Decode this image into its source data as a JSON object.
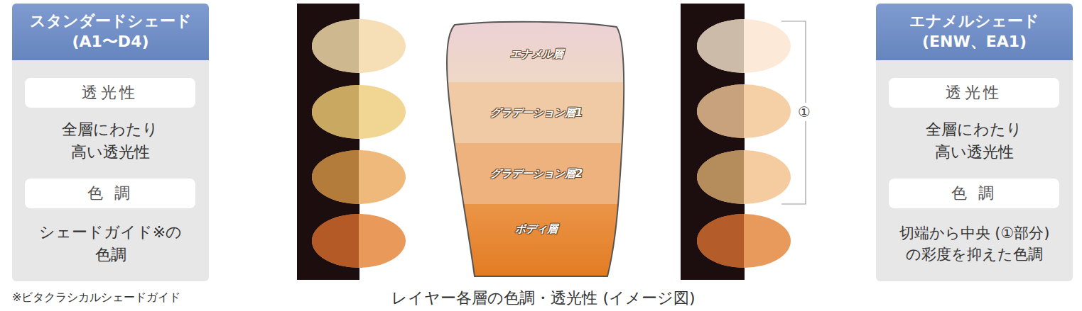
{
  "diagram": {
    "caption": "レイヤー各層の色調・透光性 (イメージ図)",
    "nodes": [
      {
        "text": [
          "スタンダードシェード (A1〜D4)",
          "全層にわたり 高い透光性",
          "シェードガイド※の 色調"
        ]
      },
      {
        "text": [
          "透光性"
        ],
        "in": 0
      },
      {
        "text": [
          "色 調"
        ],
        "in": 0
      },
      {
        "text": [
          "エナメル層"
        ]
      },
      {
        "text": [
          "グラデーション層1"
        ]
      },
      {
        "text": [
          "グラデーション層2"
        ]
      },
      {
        "text": [
          "ボディ層"
        ]
      },
      {
        "text": [
          "エナメルシェード (ENW、EA1)",
          "全層にわたり 高い透光性",
          "切端から中央 (①部分) の彩度を抑えた色調"
        ]
      },
      {
        "text": [
          "透光性"
        ],
        "in": 7
      },
      {
        "text": [
          "色 調"
        ],
        "in": 7
      }
    ],
    "labels": [
      "※ビタクラシカルシェードガイド",
      "①"
    ]
  }
}
